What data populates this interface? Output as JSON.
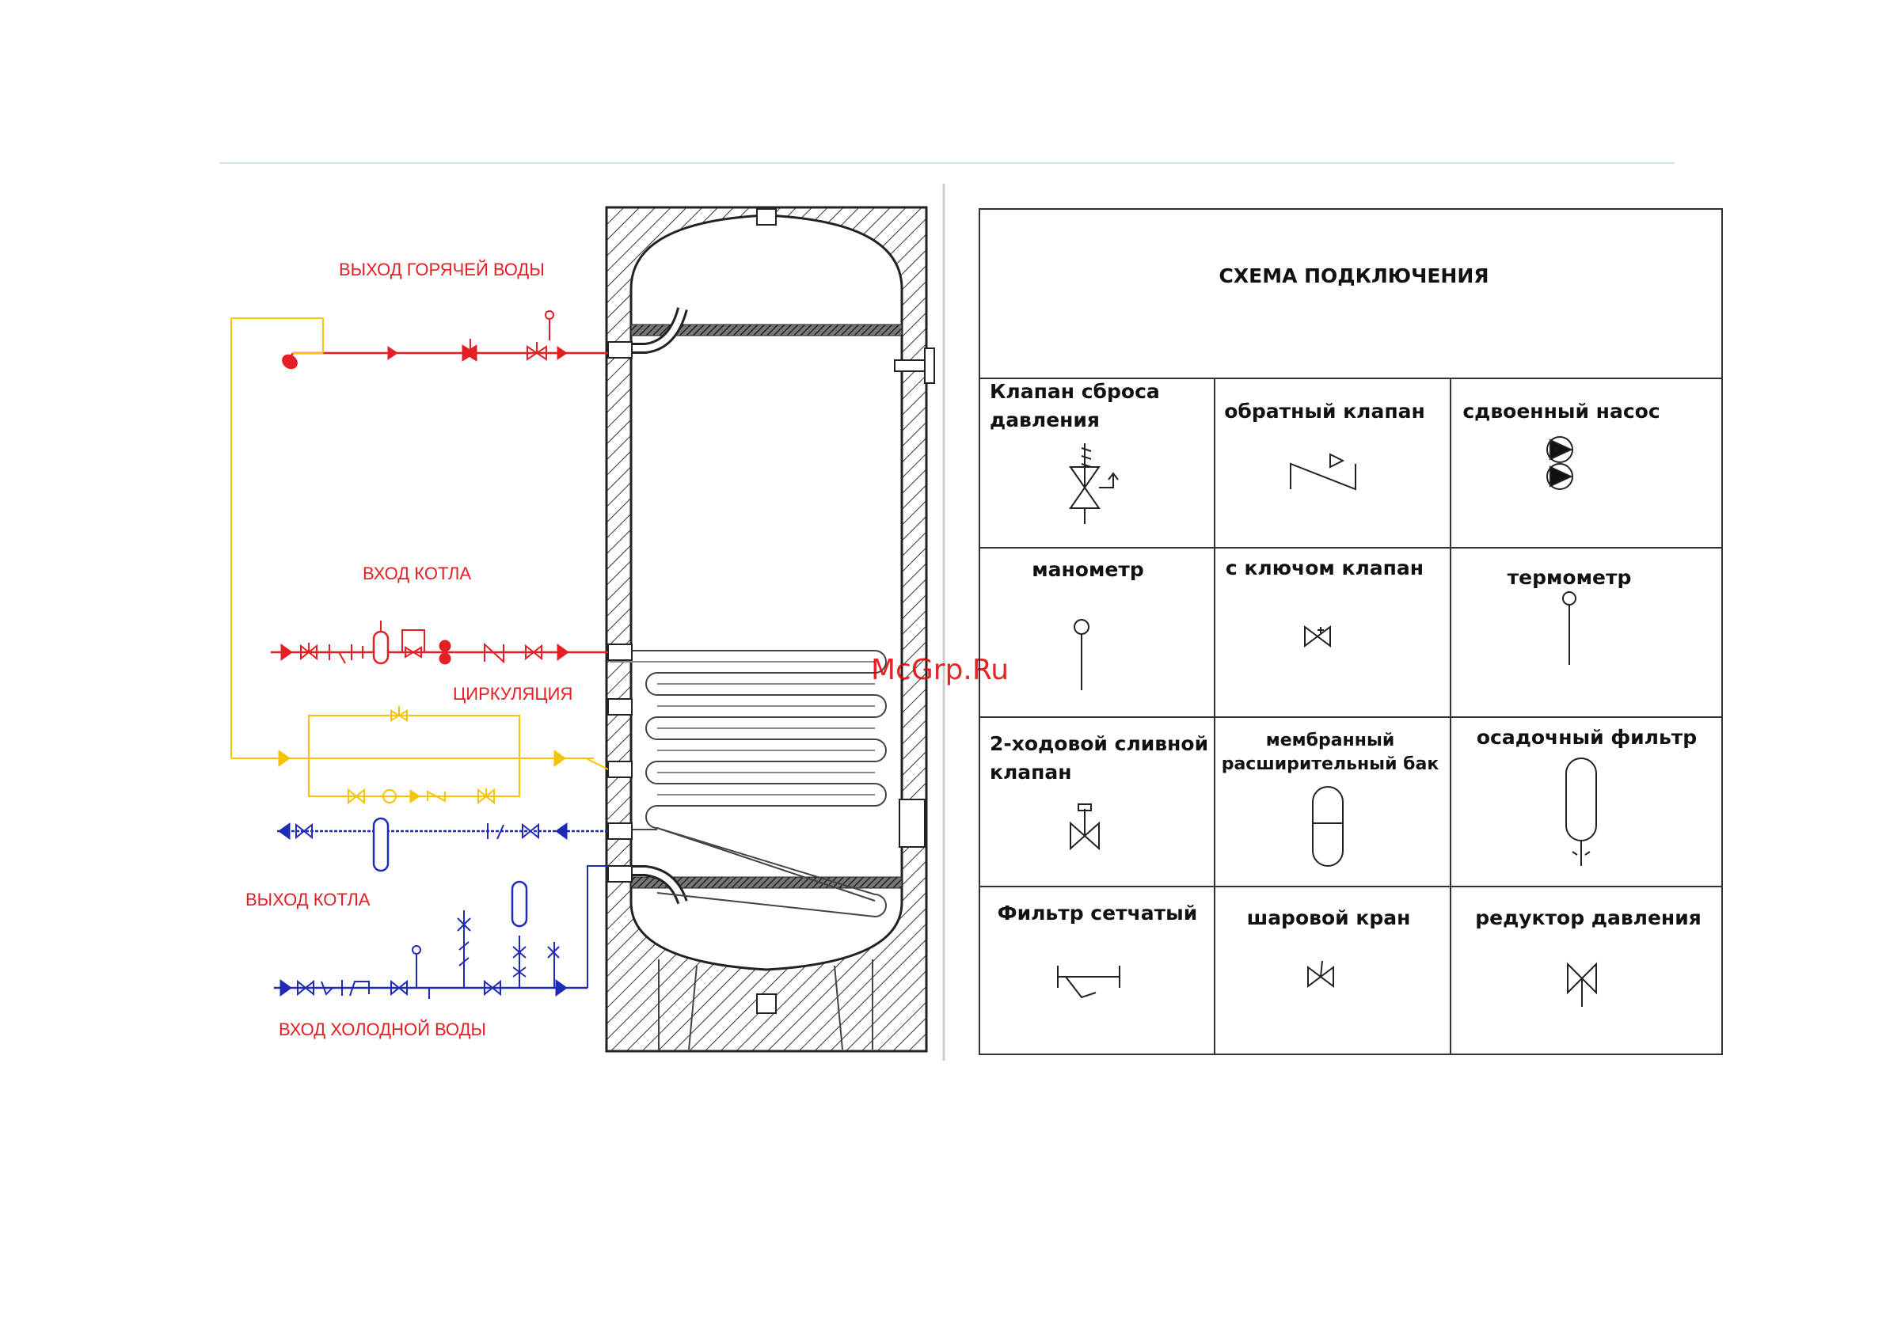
{
  "watermark": "McGrp.Ru",
  "colors": {
    "hot": "#e31e24",
    "circulation": "#f5c400",
    "cold": "#1f2bb8",
    "frame": "#222222",
    "separator": "#cfe0ea"
  },
  "pipe_labels": {
    "hot_out": "ВЫХОД ГОРЯЧЕЙ ВОДЫ",
    "boiler_in": "ВХОД КОТЛА",
    "circulation": "ЦИРКУЛЯЦИЯ",
    "boiler_out": "ВЫХОД КОТЛА",
    "cold_in": "ВХОД ХОЛОДНОЙ ВОДЫ"
  },
  "legend": {
    "title": "СХЕМА ПОДКЛЮЧЕНИЯ",
    "cells": [
      {
        "label_lines": [
          "Клапан сброса",
          "давления"
        ],
        "icon": "pressure-relief-valve-icon"
      },
      {
        "label_lines": [
          "обратный клапан"
        ],
        "icon": "check-valve-icon"
      },
      {
        "label_lines": [
          "сдвоенный насос"
        ],
        "icon": "double-pump-icon"
      },
      {
        "label_lines": [
          "манометр"
        ],
        "icon": "manometer-icon"
      },
      {
        "label_lines": [
          "с ключом клапан"
        ],
        "icon": "key-valve-icon"
      },
      {
        "label_lines": [
          "термометр"
        ],
        "icon": "thermometer-icon"
      },
      {
        "label_lines": [
          "2-ходовой сливной",
          "клапан"
        ],
        "icon": "drain-valve-icon"
      },
      {
        "label_lines": [
          "мембранный",
          "расширительный бак"
        ],
        "icon": "expansion-tank-icon"
      },
      {
        "label_lines": [
          "осадочный фильтр"
        ],
        "icon": "sediment-filter-icon"
      },
      {
        "label_lines": [
          "Фильтр сетчатый"
        ],
        "icon": "mesh-filter-icon"
      },
      {
        "label_lines": [
          "шаровой кран"
        ],
        "icon": "ball-valve-icon"
      },
      {
        "label_lines": [
          "редуктор давления"
        ],
        "icon": "pressure-reducer-icon"
      }
    ]
  }
}
